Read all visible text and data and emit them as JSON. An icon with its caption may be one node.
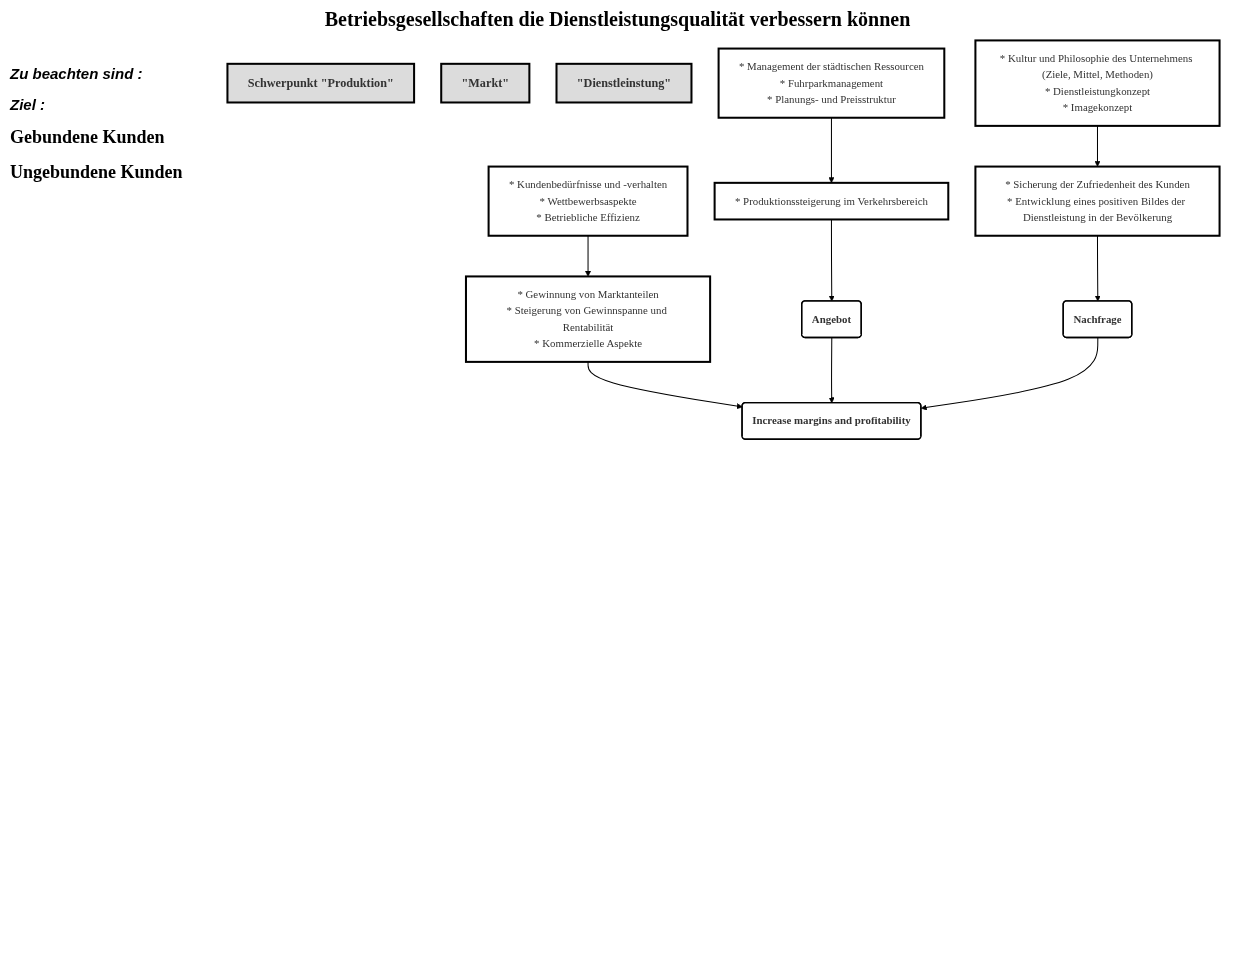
{
  "diagram": {
    "title": "Betriebsgesellschaften die Dienstleistungsqualität verbessern können",
    "nodes": [
      {
        "text": [
          "Schwerpunkt \"Produktion\""
        ]
      },
      {
        "text": [
          "\"Markt\""
        ]
      },
      {
        "text": [
          "\"Dienstleinstung\""
        ]
      },
      {
        "text": [
          "* Management der städtischen Ressourcen",
          "* Fuhrparkmanagement",
          "* Planungs- und Preisstruktur"
        ]
      },
      {
        "text": [
          "* Kundenbedürfnisse und -verhalten",
          "* Wettbewerbsaspekte",
          "* Betriebliche Effizienz"
        ]
      },
      {
        "text": [
          "* Kultur und Philosophie des Unternehmens (Ziele, Mittel, Methoden)",
          "* Dienstleistungkonzept",
          "* Imagekonzept"
        ]
      },
      {
        "text": [
          "* Produktionssteigerung im Verkehrsbereich"
        ]
      },
      {
        "text": [
          "* Gewinnung von Marktanteilen",
          "* Steigerung von Gewinnspanne und Rentabilität",
          "* Kommerzielle Aspekte"
        ]
      },
      {
        "text": [
          "* Sicherung der Zufriedenheit des Kunden",
          "* Entwicklung eines positiven Bildes der Dienstleistung in der Bevölkerung"
        ]
      },
      {
        "text": [
          "Angebot"
        ]
      },
      {
        "text": [
          "Increase margins and profitability"
        ]
      },
      {
        "text": [
          "Nachfrage"
        ]
      }
    ],
    "edges": [
      {
        "from": 3,
        "to": 6,
        "arrow": "to"
      },
      {
        "from": 4,
        "to": 7,
        "arrow": "to"
      },
      {
        "from": 5,
        "to": 8,
        "arrow": "to"
      },
      {
        "from": 6,
        "to": 9,
        "arrow": "to"
      },
      {
        "from": 7,
        "to": 10,
        "arrow": "to"
      },
      {
        "from": 8,
        "to": 11,
        "arrow": "to"
      },
      {
        "from": 9,
        "to": 10,
        "arrow": "to"
      },
      {
        "from": 11,
        "to": 10,
        "arrow": "to"
      }
    ],
    "labels": [
      "Zu beachten sind :",
      "Ziel :",
      "Gebundene Kunden",
      "Ungebundene Kunden"
    ]
  }
}
